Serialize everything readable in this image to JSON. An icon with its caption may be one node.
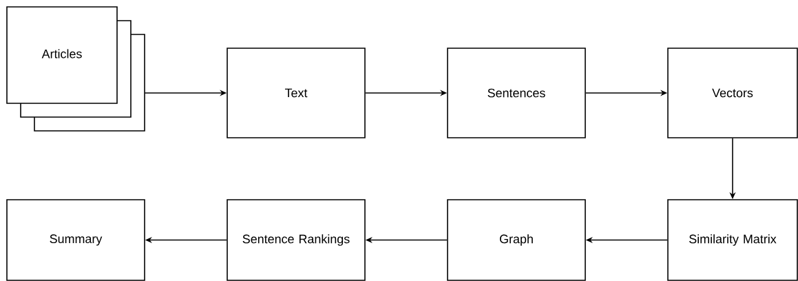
{
  "diagram": {
    "nodes": [
      {
        "text": [
          "Articles"
        ]
      },
      {
        "text": [
          "Text"
        ]
      },
      {
        "text": [
          "Sentences"
        ]
      },
      {
        "text": [
          "Vectors"
        ]
      },
      {
        "text": [
          "Summary"
        ]
      },
      {
        "text": [
          "Sentence Rankings"
        ]
      },
      {
        "text": [
          "Graph"
        ]
      },
      {
        "text": [
          "Similarity Matrix"
        ]
      }
    ],
    "edges": [
      {
        "from": 0,
        "to": 1,
        "arrow": "to"
      },
      {
        "from": 1,
        "to": 2,
        "arrow": "to"
      },
      {
        "from": 2,
        "to": 3,
        "arrow": "to"
      },
      {
        "from": 3,
        "to": 7,
        "arrow": "to"
      },
      {
        "from": 7,
        "to": 6,
        "arrow": "to"
      },
      {
        "from": 6,
        "to": 5,
        "arrow": "to"
      },
      {
        "from": 5,
        "to": 4,
        "arrow": "to"
      }
    ]
  }
}
